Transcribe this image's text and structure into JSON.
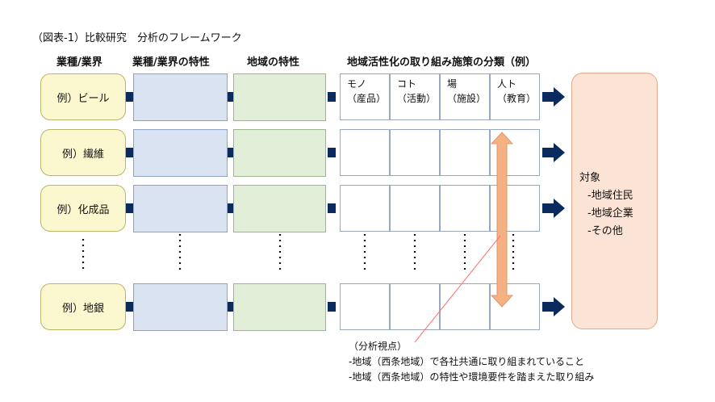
{
  "caption": "（図表-1）比較研究　分析のフレームワーク",
  "headers": {
    "industry": "業種/業界",
    "industry_traits": "業種/業界の特性",
    "region_traits": "地域の特性",
    "classification": "地域活性化の取り組み施策の分類（例）"
  },
  "rows": [
    "例）ビール",
    "例）繊維",
    "例）化成品",
    "例）地銀"
  ],
  "columns": [
    {
      "line1": "モノ",
      "line2": "（産品）"
    },
    {
      "line1": "コト",
      "line2": "（活動）"
    },
    {
      "line1": "場",
      "line2": "（施設）"
    },
    {
      "line1": "人ト",
      "line2": "（教育）"
    }
  ],
  "target": {
    "title": "対象",
    "items": [
      "-地域住民",
      "-地域企業",
      "-その他"
    ]
  },
  "analysis": {
    "title": "（分析視点）",
    "lines": [
      "-地域（西条地域）で各社共通に取り組まれていること",
      "-地域（西条地域）の特性や環境要件を踏まえた取り組み"
    ]
  },
  "colors": {
    "pill_fill": "#fbf8cf",
    "blue_fill": "#dae3f1",
    "green_fill": "#e2efd8",
    "target_fill": "#fbe4d5",
    "arrow_fill": "#f4b183",
    "connector": "#0b2a5e",
    "callout_line": "#ff6f6f"
  }
}
